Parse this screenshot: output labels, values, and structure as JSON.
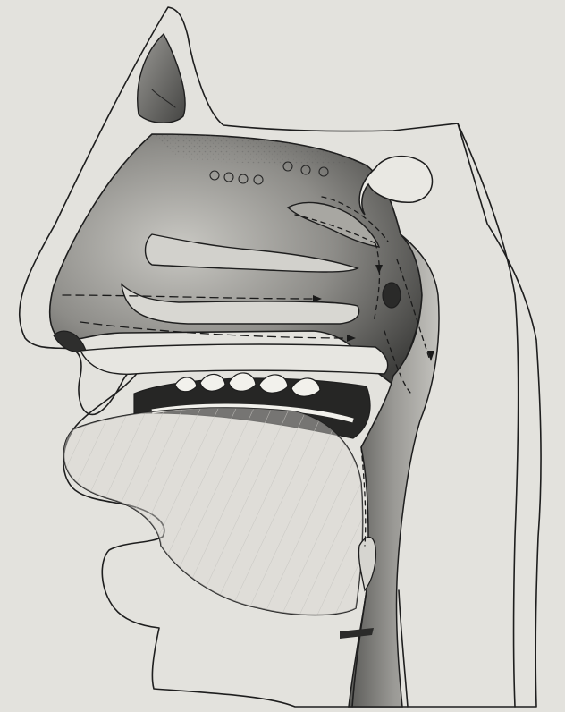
{
  "figure": {
    "palette": {
      "paper": "#e3e2dd",
      "ink": "#1e1e1e",
      "shade_dark": "#3a3a3a",
      "shade_mid": "#8a8a86",
      "shade_light": "#bdbcb7",
      "tooth": "#f2f1ec"
    },
    "structures": [
      {
        "name": "external-nose",
        "icon": "nose-outline"
      },
      {
        "name": "frontal-sinus",
        "icon": "air-cavity"
      },
      {
        "name": "nasal-cavity",
        "icon": "shaded-cavity"
      },
      {
        "name": "superior-turbinate",
        "icon": "shelf"
      },
      {
        "name": "middle-turbinate",
        "icon": "shelf"
      },
      {
        "name": "inferior-turbinate",
        "icon": "shelf"
      },
      {
        "name": "olfactory-receptors",
        "icon": "small-circles"
      },
      {
        "name": "sphenoid-sinus",
        "icon": "round-sac"
      },
      {
        "name": "eustachian-tube-opening",
        "icon": "dark-oval"
      },
      {
        "name": "nasopharynx",
        "icon": "shaded-cavity"
      },
      {
        "name": "hard-palate",
        "icon": "plate"
      },
      {
        "name": "upper-teeth",
        "icon": "tooth-row"
      },
      {
        "name": "lower-teeth",
        "icon": "tooth-row"
      },
      {
        "name": "tongue",
        "icon": "hatched-mass"
      },
      {
        "name": "epiglottis",
        "icon": "flap"
      },
      {
        "name": "larynx",
        "icon": "tube"
      },
      {
        "name": "airflow-paths",
        "icon": "dashed-arrows"
      }
    ]
  }
}
